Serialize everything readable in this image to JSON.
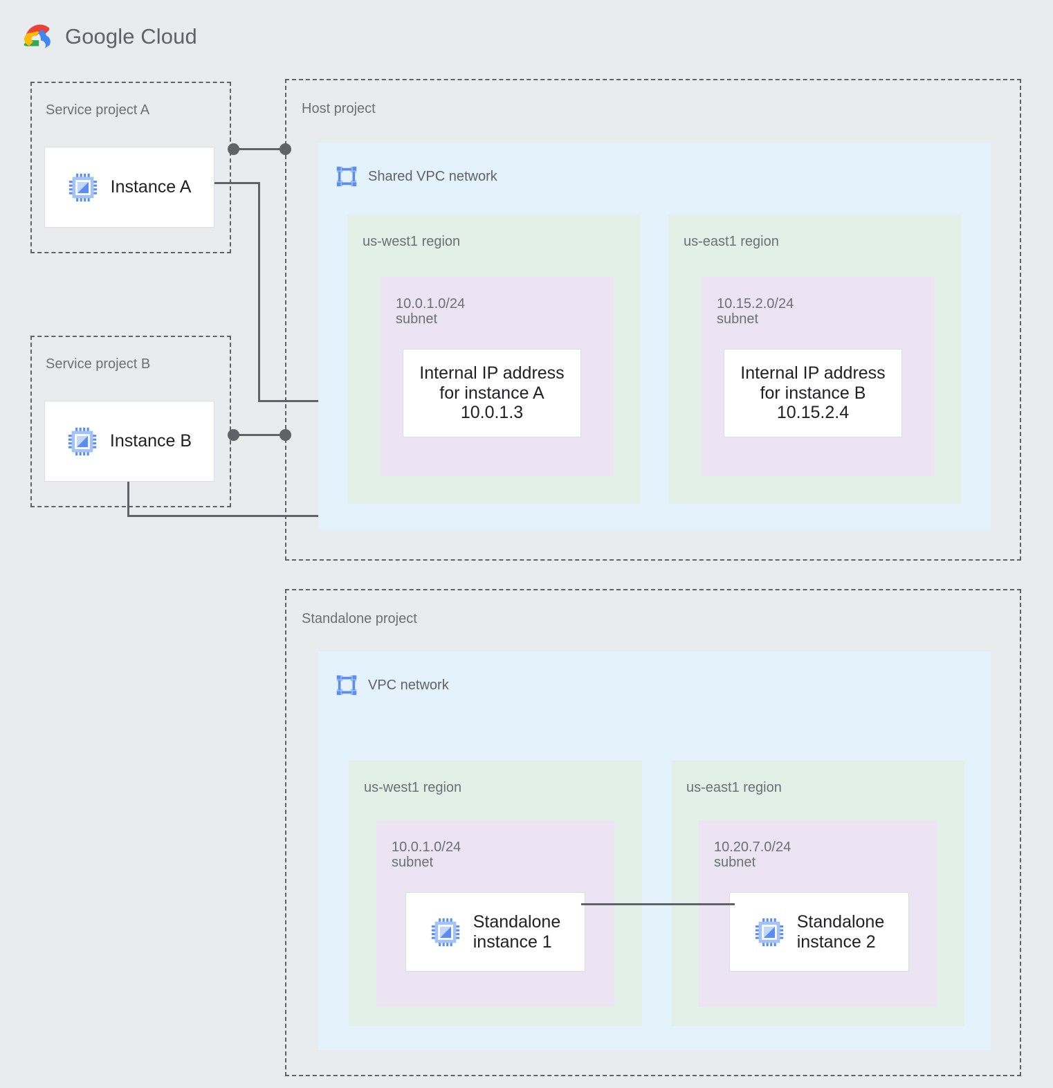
{
  "brand": {
    "logo_icon": "google-cloud-logo",
    "name_bold": "Google",
    "name_light": " Cloud",
    "full": "Google Cloud"
  },
  "projects": {
    "service_a": {
      "label": "Service project A"
    },
    "service_b": {
      "label": "Service project B"
    },
    "host": {
      "label": "Host project"
    },
    "standalone": {
      "label": "Standalone project"
    }
  },
  "networks": {
    "shared_vpc": {
      "label": "Shared VPC network",
      "icon": "vpc-network-icon"
    },
    "vpc": {
      "label": "VPC network",
      "icon": "vpc-network-icon"
    }
  },
  "regions": {
    "host_west": {
      "label": "us-west1 region"
    },
    "host_east": {
      "label": "us-east1 region"
    },
    "standalone_west": {
      "label": "us-west1 region"
    },
    "standalone_east": {
      "label": "us-east1 region"
    }
  },
  "subnets": {
    "host_west": {
      "label": "10.0.1.0/24\nsubnet",
      "cidr": "10.0.1.0/24"
    },
    "host_east": {
      "label": "10.15.2.0/24\nsubnet",
      "cidr": "10.15.2.0/24"
    },
    "standalone_west": {
      "label": "10.0.1.0/24\nsubnet",
      "cidr": "10.0.1.0/24"
    },
    "standalone_east": {
      "label": "10.20.7.0/24\nsubnet",
      "cidr": "10.20.7.0/24"
    }
  },
  "instances": {
    "a": {
      "label": "Instance A",
      "icon": "compute-instance-icon"
    },
    "b": {
      "label": "Instance B",
      "icon": "compute-instance-icon"
    },
    "standalone_1": {
      "label": "Standalone\ninstance 1",
      "icon": "compute-instance-icon"
    },
    "standalone_2": {
      "label": "Standalone\ninstance 2",
      "icon": "compute-instance-icon"
    }
  },
  "ip_cards": {
    "instance_a": {
      "label": "Internal IP address\nfor instance A\n10.0.1.3",
      "address": "10.0.1.3"
    },
    "instance_b": {
      "label": "Internal IP address\nfor instance B\n10.15.2.4",
      "address": "10.15.2.4"
    }
  },
  "colors": {
    "background": "#e8ecee",
    "vpc_fill": "#e3f2fb",
    "region_fill": "#e2f0e7",
    "subnet_fill": "#ece4f3",
    "card_fill": "#ffffff",
    "line": "#5f6368",
    "label_text": "#6b7175",
    "card_text": "#202124",
    "icon_blue": "#5b8def",
    "icon_blue_light": "#a5c2f7"
  }
}
